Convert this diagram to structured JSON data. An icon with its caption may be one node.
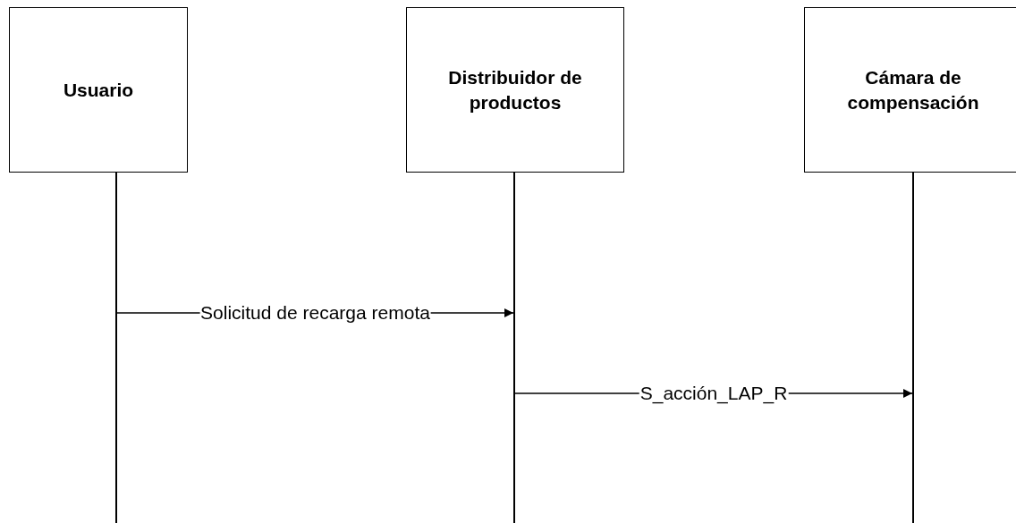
{
  "diagram": {
    "nodes": [
      {
        "text": [
          "Usuario"
        ]
      },
      {
        "text": [
          "Distribuidor de productos"
        ]
      },
      {
        "text": [
          "Cámara de compensación"
        ]
      },
      {
        "text": [],
        "shape": "line"
      },
      {
        "text": [],
        "shape": "line"
      },
      {
        "text": [],
        "shape": "line"
      }
    ],
    "edges": [
      {
        "from": 3,
        "to": 4,
        "arrow": "to",
        "label": "Solicitud de recarga remota"
      },
      {
        "from": 4,
        "to": 5,
        "arrow": "to",
        "label": "S_acción_LAP_R"
      }
    ]
  }
}
